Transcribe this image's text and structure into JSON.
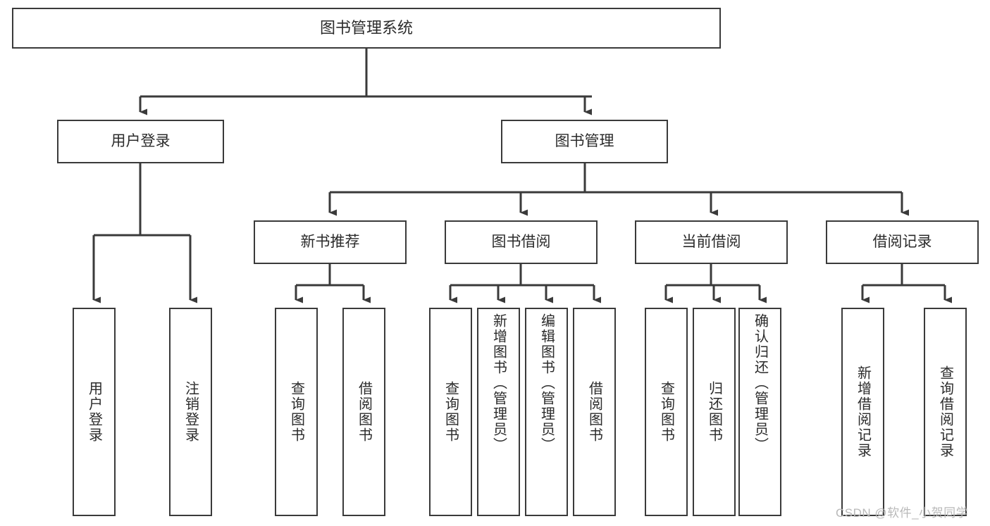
{
  "diagram": {
    "title": "图书管理系统",
    "type": "hierarchy-tree",
    "orientation": "top-down",
    "colors": {
      "box_border": "#3a3a3a",
      "box_fill": "#ffffff",
      "edge": "#3a3a3a",
      "text": "#2b2b2b",
      "watermark": "#b9b9b9",
      "background": "#ffffff"
    },
    "nodes": {
      "root": {
        "label": "图书管理系统",
        "level": 1
      },
      "level2": [
        {
          "id": "user-login",
          "label": "用户登录"
        },
        {
          "id": "book-management",
          "label": "图书管理"
        }
      ],
      "level3": [
        {
          "id": "new-book-recommend",
          "label": "新书推荐",
          "parent": "book-management"
        },
        {
          "id": "book-borrow",
          "label": "图书借阅",
          "parent": "book-management"
        },
        {
          "id": "current-borrow",
          "label": "当前借阅",
          "parent": "book-management"
        },
        {
          "id": "borrow-record",
          "label": "借阅记录",
          "parent": "book-management"
        }
      ],
      "leaves": [
        {
          "id": "leaf-user-login",
          "label": "用户登录",
          "parent": "user-login"
        },
        {
          "id": "leaf-user-logout",
          "label": "注销登录",
          "parent": "user-login"
        },
        {
          "id": "leaf-query-book-1",
          "label": "查询图书",
          "parent": "new-book-recommend"
        },
        {
          "id": "leaf-borrow-book-1",
          "label": "借阅图书",
          "parent": "new-book-recommend"
        },
        {
          "id": "leaf-query-book-2",
          "label": "查询图书",
          "parent": "book-borrow"
        },
        {
          "id": "leaf-add-book",
          "label": "新增图书（管理员）",
          "parent": "book-borrow"
        },
        {
          "id": "leaf-edit-book",
          "label": "编辑图书（管理员）",
          "parent": "book-borrow"
        },
        {
          "id": "leaf-borrow-book-2",
          "label": "借阅图书",
          "parent": "book-borrow"
        },
        {
          "id": "leaf-query-book-3",
          "label": "查询图书",
          "parent": "current-borrow"
        },
        {
          "id": "leaf-return-book",
          "label": "归还图书",
          "parent": "current-borrow"
        },
        {
          "id": "leaf-confirm-return",
          "label": "确认归还（管理员）",
          "parent": "current-borrow"
        },
        {
          "id": "leaf-add-record",
          "label": "新增借阅记录",
          "parent": "borrow-record"
        },
        {
          "id": "leaf-query-record",
          "label": "查询借阅记录",
          "parent": "borrow-record"
        }
      ]
    },
    "watermark": "CSDN @软件_小贺同学"
  }
}
